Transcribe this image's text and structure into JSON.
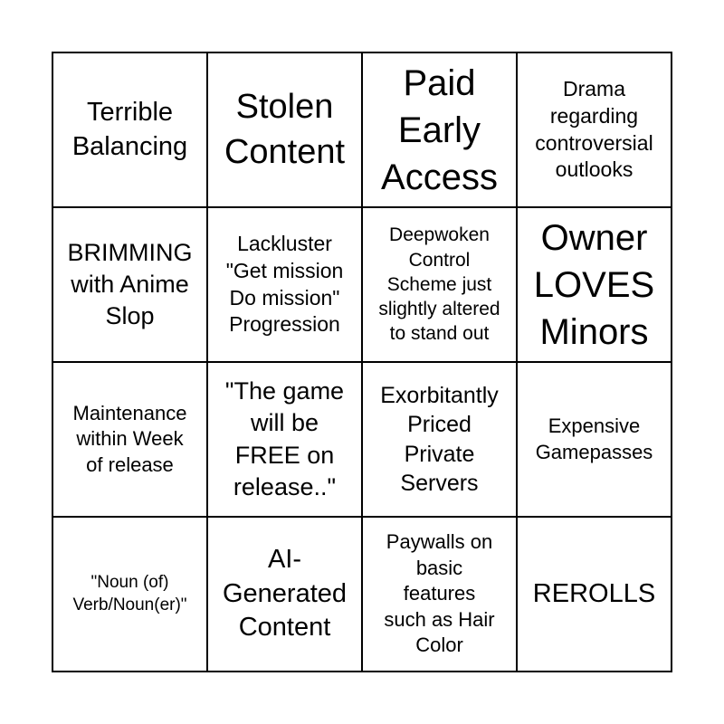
{
  "cells": [
    {
      "text": "Terrible\nBalancing",
      "size": 29
    },
    {
      "text": "Stolen\nContent",
      "size": 38
    },
    {
      "text": "Paid\nEarly\nAccess",
      "size": 40
    },
    {
      "text": "Drama\nregarding\ncontroversial\noutlooks",
      "size": 23
    },
    {
      "text": "BRIMMING\nwith Anime\nSlop",
      "size": 27
    },
    {
      "text": "Lackluster\n\"Get mission\nDo mission\"\nProgression",
      "size": 23
    },
    {
      "text": "Deepwoken\nControl\nScheme just\nslightly altered\nto stand out",
      "size": 21
    },
    {
      "text": "Owner\nLOVES\nMinors",
      "size": 40
    },
    {
      "text": "Maintenance\nwithin Week\nof release",
      "size": 22
    },
    {
      "text": "\"The game\nwill be\nFREE on\nrelease..\"",
      "size": 27
    },
    {
      "text": "Exorbitantly\nPriced\nPrivate\nServers",
      "size": 25
    },
    {
      "text": "Expensive\nGamepasses",
      "size": 22
    },
    {
      "text": "\"Noun (of)\nVerb/Noun(er)\"",
      "size": 19
    },
    {
      "text": "AI-\nGenerated\nContent",
      "size": 29
    },
    {
      "text": "Paywalls on\nbasic\nfeatures\nsuch as Hair\nColor",
      "size": 22
    },
    {
      "text": "REROLLS",
      "size": 29
    }
  ]
}
